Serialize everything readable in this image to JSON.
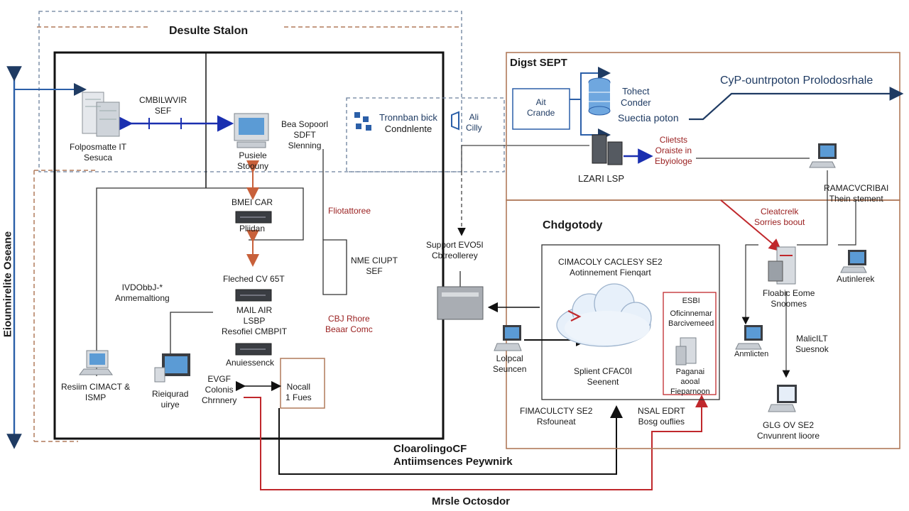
{
  "colors": {
    "navy": "#1f3b63",
    "blue": "#2b5fa8",
    "red": "#c0282c",
    "tan": "#b07a5a",
    "orange": "#c8603a",
    "black": "#111111"
  },
  "desktop_station": {
    "title": "Desulte Stalon"
  },
  "left_vertical_label": "Eiounnirelite Oseane",
  "nodes": {
    "server_it": {
      "l1": "Folposmatte IT",
      "l2": "Sesuca"
    },
    "link_top": {
      "l1": "CMBILWVIR",
      "l2": "SEF"
    },
    "pc_top": {
      "l1": "Pusiele",
      "l2": "Stoouny"
    },
    "sop": {
      "l1": "Bea Sopoorl",
      "l2": "SDFT",
      "l3": "Slenning"
    },
    "car": {
      "l1": "BMEI CAR",
      "l2": "Pliidan"
    },
    "flow_label": {
      "l1": "Fliotattoree"
    },
    "mne": {
      "l1": "NME CIUPT",
      "l2": "SEF"
    },
    "vvdob": {
      "l1": "IVDObbJ-*",
      "l2": "Anmemaltiong"
    },
    "fleched": {
      "l1": "Fleched CV 65T"
    },
    "mail": {
      "l1": "MAIL AIR",
      "l2": "LSBP",
      "l3": "Resofiel CMBPIT"
    },
    "cbi": {
      "l1": "CBJ Rhore",
      "l2": "Beaar Comc"
    },
    "antisenk": {
      "l1": "Anuiessenck"
    },
    "resin": {
      "l1": "Resiim CIMACT &",
      "l2": "ISMP"
    },
    "regaud": {
      "l1": "Rieiqurad",
      "l2": "uirye"
    },
    "evgf": {
      "l1": "EVGF",
      "l2": "Colonis",
      "l3": "Chrnnery"
    },
    "nocall": {
      "l1": "Nocall",
      "l2": "1 Fues"
    },
    "support": {
      "l1": "Support EVO5I",
      "l2": "Cbtreollerey"
    },
    "tronnban": {
      "l1": "Tronnban bick",
      "l2": "Condnlente"
    },
    "ail_cily": {
      "l1": "Ali",
      "l2": "Cilly"
    },
    "digst": {
      "title": "Digst SEPT"
    },
    "ait": {
      "l1": "Ait",
      "l2": "Crande"
    },
    "tohect": {
      "l1": "Tohect",
      "l2": "Conder"
    },
    "suectia": {
      "l1": "Suectia poton"
    },
    "cyp": {
      "l1": "CyP-ountrpoton Prolodosrhale"
    },
    "clients": {
      "l1": "Clietsts",
      "l2": "Oraiste in",
      "l3": "Ebyiologe"
    },
    "lzari": {
      "l1": "LZARI LSP"
    },
    "ramacv": {
      "l1": "RAMACVCRIBAI",
      "l2": "Thein stement"
    },
    "cleatcnek": {
      "l1": "Cleatcrelk",
      "l2": "Sorries boout"
    },
    "chdgotody": {
      "title": "Chdgotody"
    },
    "cimacoly": {
      "l1": "CIMACOLY CACLESY SE2",
      "l2": "Aotinnement Fienqart"
    },
    "esbr": {
      "l1": "ESBI",
      "l2": "Oficinnemar",
      "l3": "Barcivemeed"
    },
    "paganai": {
      "l1": "Paganai",
      "l2": "aooal",
      "l3": "Fieparnoon"
    },
    "splent": {
      "l1": "Splient CFAC0I",
      "l2": "Seenent"
    },
    "logical": {
      "l1": "Lolpcal",
      "l2": "Seuncen"
    },
    "fimaculty": {
      "l1": "FIMACULCTY SE2",
      "l2": "Rsfouneat"
    },
    "nsal": {
      "l1": "NSAL EDRT",
      "l2": "Bosg ouflies"
    },
    "floabic": {
      "l1": "Floabic Eome",
      "l2": "Snoomes"
    },
    "autolerek": {
      "l1": "Autinlerek"
    },
    "malcit": {
      "l1": "MalicILT",
      "l2": "Suesnok"
    },
    "ancleten": {
      "l1": "Anmlicten"
    },
    "glg": {
      "l1": "GLG OV SE2",
      "l2": "Cnvunrent lioore"
    }
  },
  "bottom": {
    "cloaring": "CloarolingoCF",
    "antims": "Antiimsences Peywnirk",
    "mrsle": "Mrsle Octosdor"
  }
}
